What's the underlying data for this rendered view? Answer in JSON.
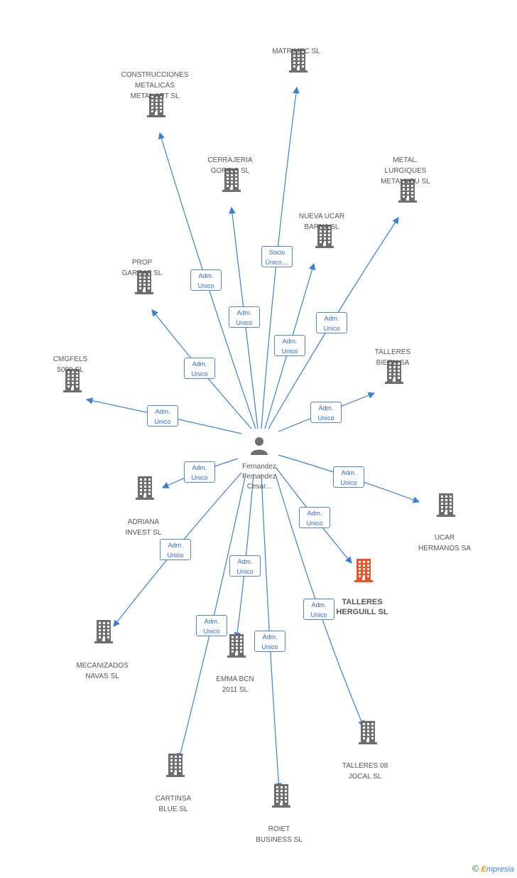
{
  "center": {
    "name": "Fernandez\nFernandez\nCesar..."
  },
  "companies": [
    {
      "id": "matrimec",
      "label": "MATRIMEC SL",
      "highlight": false
    },
    {
      "id": "construcciones",
      "label": "CONSTRUCCIONES\nMETALICAS\nMETAL ART SL",
      "highlight": false
    },
    {
      "id": "cerrajeria",
      "label": "CERRAJERIA\nGORRIS SL",
      "highlight": false
    },
    {
      "id": "metalurgiques",
      "label": "METAL.\nLURGIQUES\nMETALNOU SL",
      "highlight": false
    },
    {
      "id": "nuevaucar",
      "label": "NUEVA UCAR\nBARNA SL",
      "highlight": false
    },
    {
      "id": "prop",
      "label": "PROP\nGARRAF SL",
      "highlight": false
    },
    {
      "id": "cmgfels",
      "label": "CMGFELS\n5000  SL",
      "highlight": false
    },
    {
      "id": "biech",
      "label": "TALLERES\nBIECH SA",
      "highlight": false
    },
    {
      "id": "adriana",
      "label": "ADRIANA\nINVEST SL",
      "highlight": false
    },
    {
      "id": "ucar",
      "label": "UCAR\nHERMANOS SA",
      "highlight": false
    },
    {
      "id": "herguill",
      "label": "TALLERES\nHERGUILL SL",
      "highlight": true
    },
    {
      "id": "mecanizados",
      "label": "MECANIZADOS\nNAVAS SL",
      "highlight": false
    },
    {
      "id": "emma",
      "label": "EMMA BCN\n2011 SL",
      "highlight": false
    },
    {
      "id": "jocal",
      "label": "TALLERES 08\nJOCAL SL",
      "highlight": false
    },
    {
      "id": "cartinsa",
      "label": "CARTINSA\nBLUE SL",
      "highlight": false
    },
    {
      "id": "roiet",
      "label": "ROIET\nBUSINESS SL",
      "highlight": false
    }
  ],
  "roles": {
    "adm_unico": "Adm.\nUnico",
    "socio_unico": "Socio\nÚnico,..."
  },
  "colors": {
    "edge": "#3b7fd6",
    "building": "#6e6e6e",
    "highlight": "#e8562a"
  },
  "icons": {
    "company": "building-icon",
    "person": "person-icon"
  },
  "brand": {
    "copyright": "©",
    "initial": "E",
    "rest": "mpresia"
  }
}
